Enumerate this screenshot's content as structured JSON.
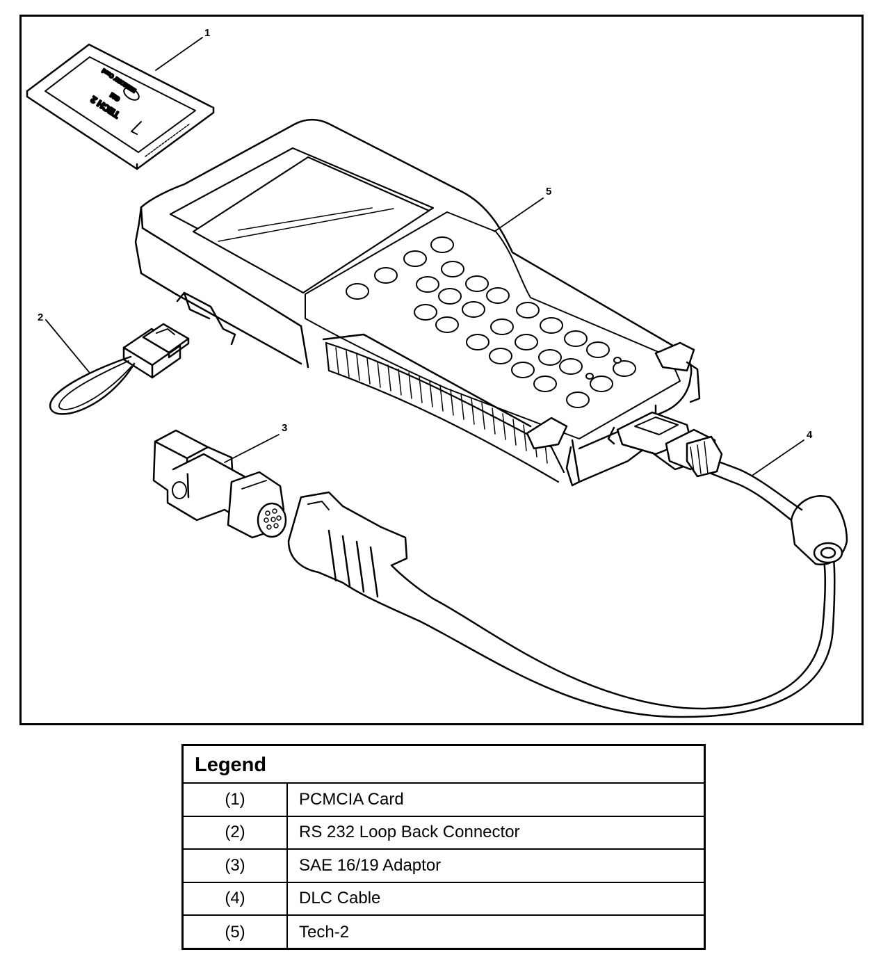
{
  "figure": {
    "callouts": [
      "1",
      "2",
      "3",
      "4",
      "5"
    ],
    "pcmcia_card_text": {
      "line1": "TECH 2",
      "line2": "MEMORY Card",
      "logo": "GM"
    }
  },
  "legend": {
    "title": "Legend",
    "rows": [
      {
        "num": "(1)",
        "label": "PCMCIA Card"
      },
      {
        "num": "(2)",
        "label": "RS 232 Loop Back Connector"
      },
      {
        "num": "(3)",
        "label": "SAE 16/19 Adaptor"
      },
      {
        "num": "(4)",
        "label": "DLC Cable"
      },
      {
        "num": "(5)",
        "label": "Tech-2"
      }
    ]
  }
}
